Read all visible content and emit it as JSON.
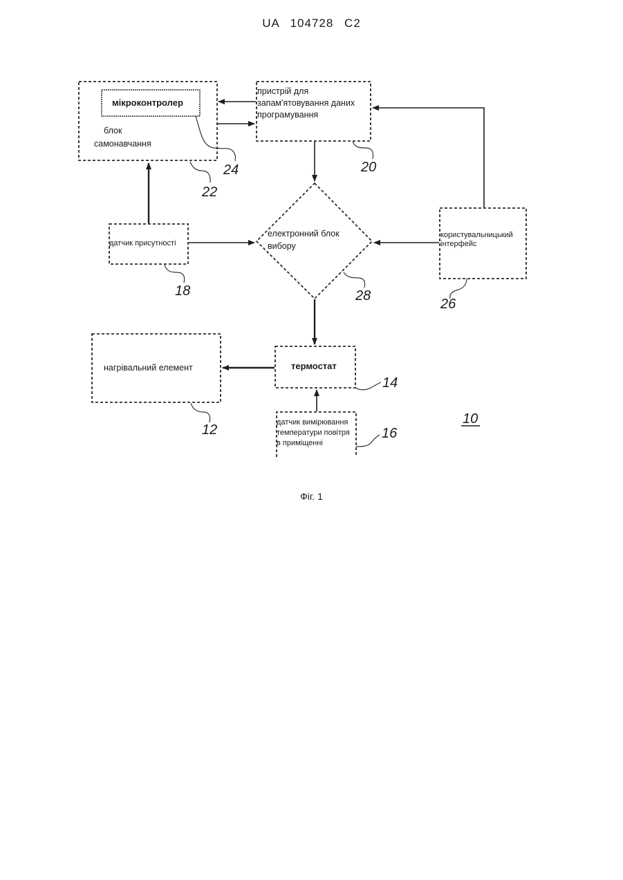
{
  "header": {
    "doc_number": "UA   104728   C2"
  },
  "blocks": {
    "self_learning": {
      "line1": "блок",
      "line2": "самонавчання"
    },
    "microcontroller": {
      "label": "мікроконтролер"
    },
    "memory": {
      "line1": "пристрій для",
      "line2": "запам'ятовування даних",
      "line3": "програмування"
    },
    "presence_sensor": {
      "label": "датчик присутності"
    },
    "selector": {
      "line1": "електронний блок",
      "line2": "вибору"
    },
    "user_interface": {
      "line1": "користувальницький",
      "line2": "інтерфейс"
    },
    "heater": {
      "label": "нагрівальний елемент"
    },
    "thermostat": {
      "label": "термостат"
    },
    "temp_sensor": {
      "line1": "датчик вимірювання",
      "line2": "температури повітря",
      "line3": "в приміщенні"
    }
  },
  "refs": {
    "r24": "24",
    "r22": "22",
    "r20": "20",
    "r18": "18",
    "r28": "28",
    "r26": "26",
    "r14": "14",
    "r16": "16",
    "r12": "12",
    "r10": "10"
  },
  "caption": "Фіг. 1"
}
